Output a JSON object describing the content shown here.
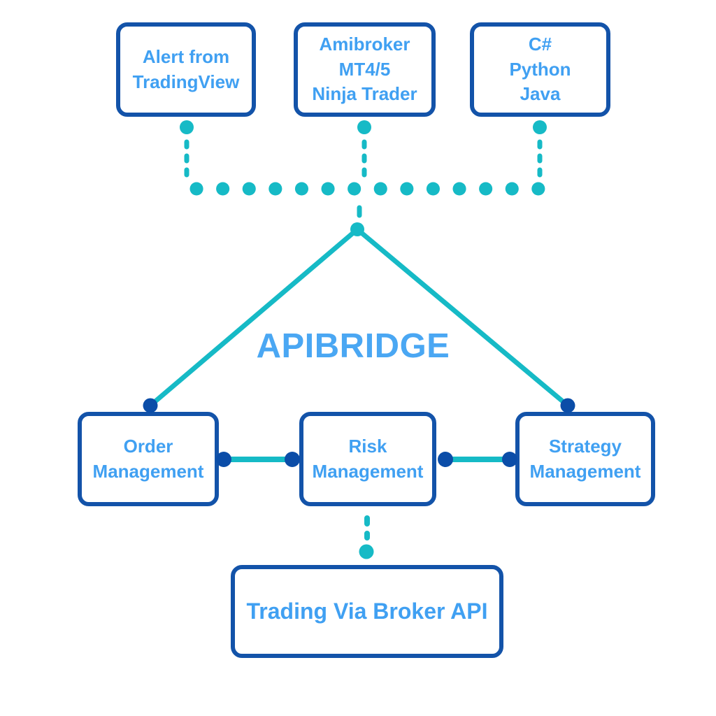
{
  "title": "APIBRIDGE",
  "nodes": {
    "sources": [
      {
        "id": "alert-tradingview",
        "label": "Alert from\nTradingView"
      },
      {
        "id": "amibroker-mt45-ninjatrader",
        "label": "Amibroker\nMT4/5\nNinja Trader"
      },
      {
        "id": "csharp-python-java",
        "label": "C#\nPython\nJava"
      }
    ],
    "modules": [
      {
        "id": "order-management",
        "label": "Order\nManagement"
      },
      {
        "id": "risk-management",
        "label": "Risk\nManagement"
      },
      {
        "id": "strategy-management",
        "label": "Strategy\nManagement"
      }
    ],
    "output": {
      "id": "trading-via-broker-api",
      "label": "Trading Via Broker API"
    }
  },
  "edges": [
    {
      "from": "alert-tradingview",
      "to": "apibridge",
      "style": "dotted"
    },
    {
      "from": "amibroker-mt45-ninjatrader",
      "to": "apibridge",
      "style": "dotted"
    },
    {
      "from": "csharp-python-java",
      "to": "apibridge",
      "style": "dotted"
    },
    {
      "from": "apibridge",
      "to": "order-management",
      "style": "solid"
    },
    {
      "from": "apibridge",
      "to": "strategy-management",
      "style": "solid"
    },
    {
      "from": "order-management",
      "to": "risk-management",
      "style": "solid"
    },
    {
      "from": "risk-management",
      "to": "strategy-management",
      "style": "solid"
    },
    {
      "from": "risk-management",
      "to": "trading-via-broker-api",
      "style": "dotted"
    }
  ],
  "colors": {
    "box_border_blue": "#1353a9",
    "label_blue": "#40a0f2",
    "title_blue": "#4aa7f3",
    "connector_teal": "#16bac6",
    "dot_navy": "#0b4da8"
  }
}
